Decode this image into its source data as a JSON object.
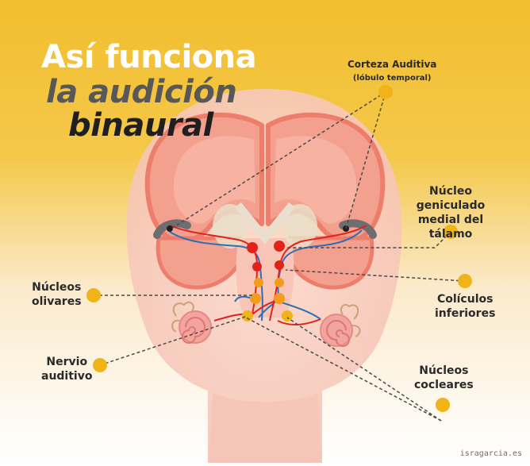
{
  "title": {
    "line1": "Así funciona",
    "line2": "la audición",
    "line3": "binaural"
  },
  "labels": {
    "corteza": "Corteza Auditiva",
    "corteza_sub": "(lóbulo temporal)",
    "nucleo_line1": "Núcleo",
    "nucleo_line2": "geniculado",
    "nucleo_line3": "medial del tálamo",
    "olivares_line1": "Núcleos",
    "olivares_line2": "olivares",
    "coliculos_line1": "Colículos",
    "coliculos_line2": "inferiores",
    "nervio_line1": "Nervio",
    "nervio_line2": "auditivo",
    "cocleares_line1": "Núcleos",
    "cocleares_line2": "cocleares"
  },
  "credit": "isragarcia.es",
  "colors": {
    "background_top": "#f2be2e",
    "marker": "#f0b418",
    "head": "#f7cdc0",
    "brain": "#f4a08e",
    "brain_outline": "#ee7e6c",
    "red_path": "#e0231b",
    "blue_path": "#2f6db5",
    "orange_node": "#f39c1e"
  },
  "icons": [
    "ear-cochlea-left-icon",
    "ear-cochlea-right-icon"
  ]
}
